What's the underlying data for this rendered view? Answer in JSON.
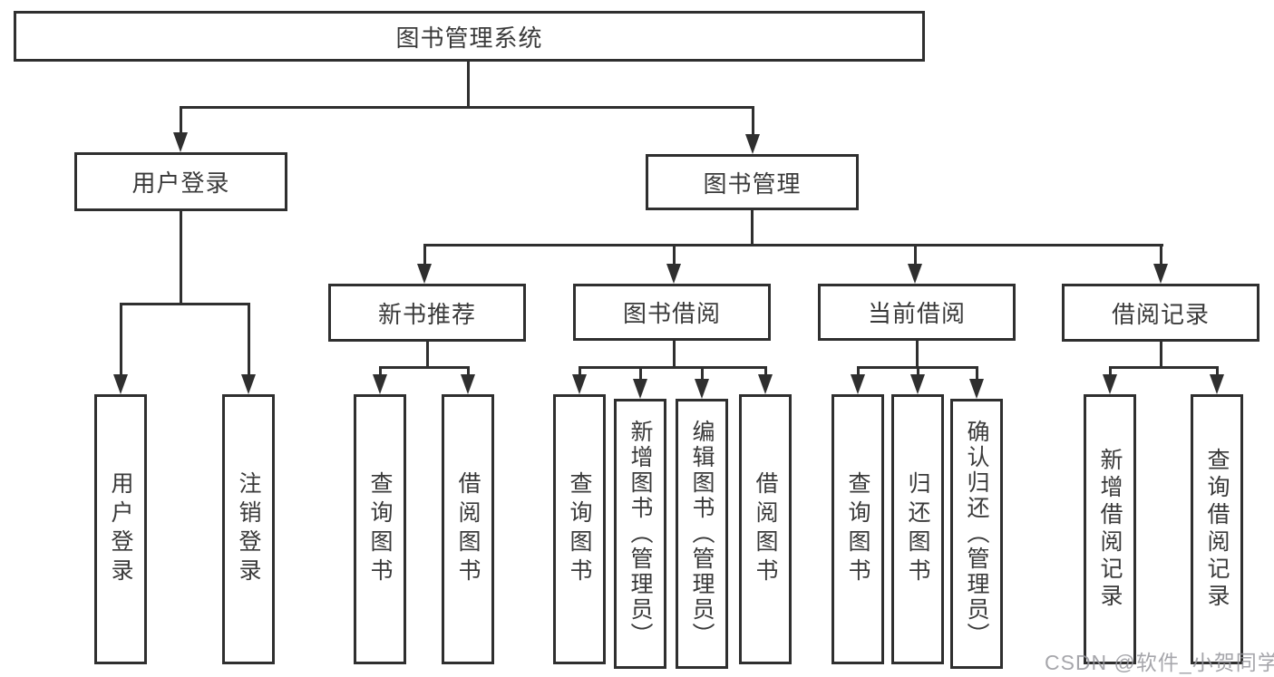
{
  "diagram": {
    "type": "hierarchy",
    "colors": {
      "line": "#2f2f2f",
      "text": "#3a3a3a",
      "background": "#ffffff",
      "watermark": "#9696a0"
    },
    "tree": {
      "label": "图书管理系统",
      "children": [
        {
          "label": "用户登录",
          "children": [
            {
              "label": "用户登录"
            },
            {
              "label": "注销登录"
            }
          ]
        },
        {
          "label": "图书管理",
          "children": [
            {
              "label": "新书推荐",
              "children": [
                {
                  "label": "查询图书"
                },
                {
                  "label": "借阅图书"
                }
              ]
            },
            {
              "label": "图书借阅",
              "children": [
                {
                  "label": "查询图书"
                },
                {
                  "label": "新增图书（管理员）"
                },
                {
                  "label": "编辑图书（管理员）"
                },
                {
                  "label": "借阅图书"
                }
              ]
            },
            {
              "label": "当前借阅",
              "children": [
                {
                  "label": "查询图书"
                },
                {
                  "label": "归还图书"
                },
                {
                  "label": "确认归还（管理员）"
                }
              ]
            },
            {
              "label": "借阅记录",
              "children": [
                {
                  "label": "新增借阅记录"
                },
                {
                  "label": "查询借阅记录"
                }
              ]
            }
          ]
        }
      ]
    },
    "watermark": {
      "text": "CSDN @软件_小贺同学"
    }
  }
}
